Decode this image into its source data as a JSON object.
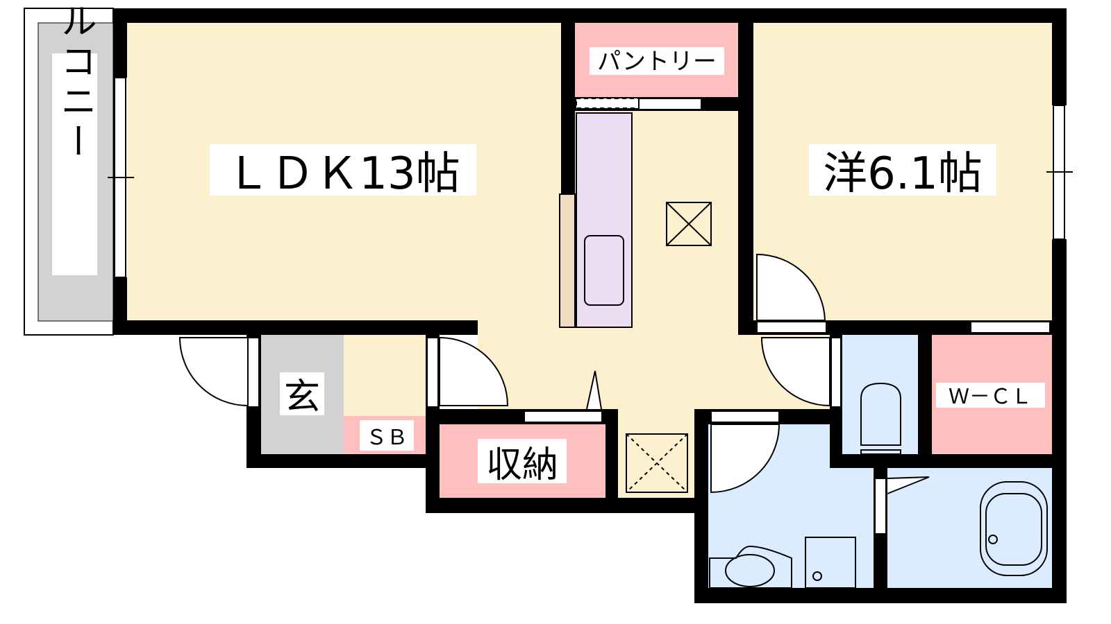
{
  "plan": {
    "rooms": {
      "ldk": "ＬＤＫ13帖",
      "western": "洋6.1帖",
      "pantry": "パントリー",
      "balcony": "バルコニー",
      "entrance": "玄",
      "shoebox": "ＳＢ",
      "storage": "収納",
      "wcl": "Ｗ－ＣＬ"
    },
    "colors": {
      "living": "#fdf0cf",
      "storage": "#ffbfbf",
      "wet": "#dbecff",
      "kitchen": "#ecdcf4",
      "entrance": "#d2d2d2",
      "wall": "#000000"
    }
  }
}
